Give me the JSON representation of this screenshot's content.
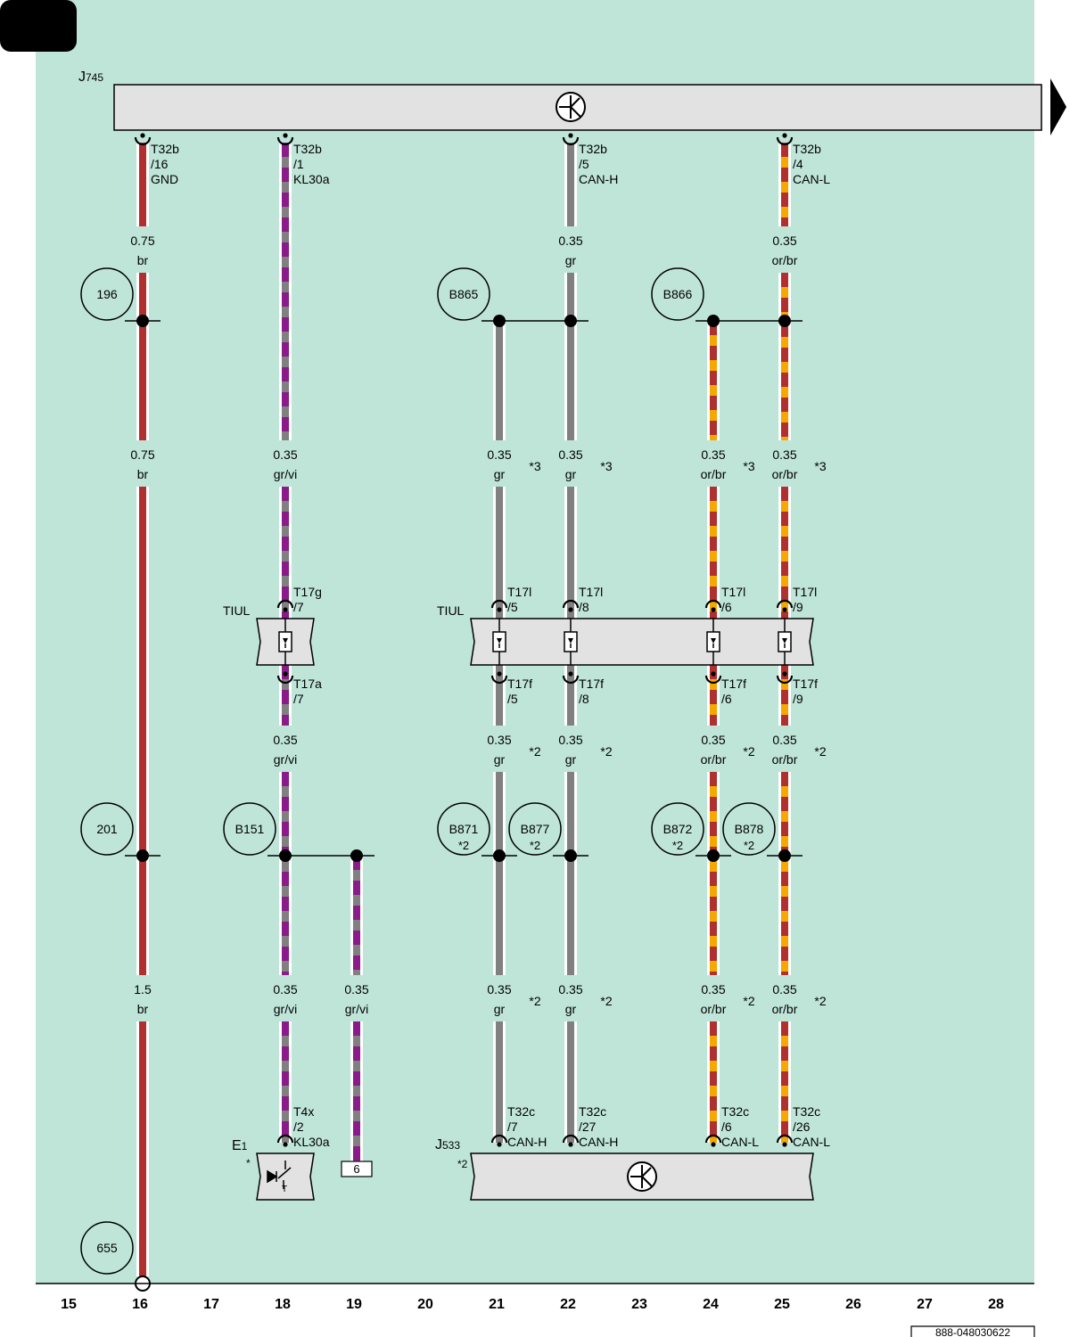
{
  "colors": {
    "background": "#bfe5d9",
    "component_fill": "#e2e2e2",
    "br": "#b03030",
    "gr": "#808080",
    "vi": "#8b1a8b",
    "or": "#f4a800",
    "wire_gap": "#ffffff"
  },
  "bottom_axis": [
    "15",
    "16",
    "17",
    "18",
    "19",
    "20",
    "21",
    "22",
    "23",
    "24",
    "25",
    "26",
    "27",
    "28"
  ],
  "drawing_number": "888-048030622",
  "components": {
    "J745": {
      "main": "J",
      "sub": "745"
    },
    "J533": {
      "main": "J",
      "sub": "533",
      "note": "*2"
    },
    "E1": {
      "main": "E",
      "sub": "1",
      "note": "*"
    },
    "tiul_left": "TIUL",
    "tiul_right": "TIUL",
    "ref_box": "6"
  },
  "connector_labels": {
    "j745_16": [
      "T32b",
      "/16",
      "GND"
    ],
    "j745_1": [
      "T32b",
      "/1",
      "KL30a"
    ],
    "j745_5": [
      "T32b",
      "/5",
      "CAN-H"
    ],
    "j745_4": [
      "T32b",
      "/4",
      "CAN-L"
    ],
    "t17g_7": [
      "T17g",
      "/7"
    ],
    "t17a_7": [
      "T17a",
      "/7"
    ],
    "t17l_5": [
      "T17l",
      "/5"
    ],
    "t17l_8": [
      "T17l",
      "/8"
    ],
    "t17l_6": [
      "T17l",
      "/6"
    ],
    "t17l_9": [
      "T17l",
      "/9"
    ],
    "t17f_5": [
      "T17f",
      "/5"
    ],
    "t17f_8": [
      "T17f",
      "/8"
    ],
    "t17f_6": [
      "T17f",
      "/6"
    ],
    "t17f_9": [
      "T17f",
      "/9"
    ],
    "t4x_2": [
      "T4x",
      "/2",
      "KL30a"
    ],
    "t32c_7": [
      "T32c",
      "/7",
      "CAN-H"
    ],
    "t32c_27": [
      "T32c",
      "/27",
      "CAN-H"
    ],
    "t32c_6": [
      "T32c",
      "/6",
      "CAN-L"
    ],
    "t32c_26": [
      "T32c",
      "/26",
      "CAN-L"
    ]
  },
  "wire_labels": [
    {
      "size": "0.75",
      "color": "br"
    },
    {
      "size": "0.35",
      "color": "gr"
    },
    {
      "size": "0.35",
      "color": "or/br"
    },
    {
      "size": "0.75",
      "color": "br"
    },
    {
      "size": "0.35",
      "color": "gr/vi"
    },
    {
      "size": "0.35",
      "color": "gr",
      "note": "*3"
    },
    {
      "size": "0.35",
      "color": "gr",
      "note": "*3"
    },
    {
      "size": "0.35",
      "color": "or/br",
      "note": "*3"
    },
    {
      "size": "0.35",
      "color": "or/br",
      "note": "*3"
    },
    {
      "size": "0.35",
      "color": "gr/vi"
    },
    {
      "size": "0.35",
      "color": "gr",
      "note": "*2"
    },
    {
      "size": "0.35",
      "color": "gr",
      "note": "*2"
    },
    {
      "size": "0.35",
      "color": "or/br",
      "note": "*2"
    },
    {
      "size": "0.35",
      "color": "or/br",
      "note": "*2"
    },
    {
      "size": "1.5",
      "color": "br"
    },
    {
      "size": "0.35",
      "color": "gr/vi"
    },
    {
      "size": "0.35",
      "color": "gr/vi"
    },
    {
      "size": "0.35",
      "color": "gr",
      "note": "*2"
    },
    {
      "size": "0.35",
      "color": "gr",
      "note": "*2"
    },
    {
      "size": "0.35",
      "color": "or/br",
      "note": "*2"
    },
    {
      "size": "0.35",
      "color": "or/br",
      "note": "*2"
    }
  ],
  "circle_refs": [
    {
      "label": "196"
    },
    {
      "label": "B865"
    },
    {
      "label": "B866"
    },
    {
      "label": "201"
    },
    {
      "label": "B151"
    },
    {
      "label": "B871",
      "note": "*2"
    },
    {
      "label": "B877",
      "note": "*2"
    },
    {
      "label": "B872",
      "note": "*2"
    },
    {
      "label": "B878",
      "note": "*2"
    },
    {
      "label": "655"
    }
  ]
}
